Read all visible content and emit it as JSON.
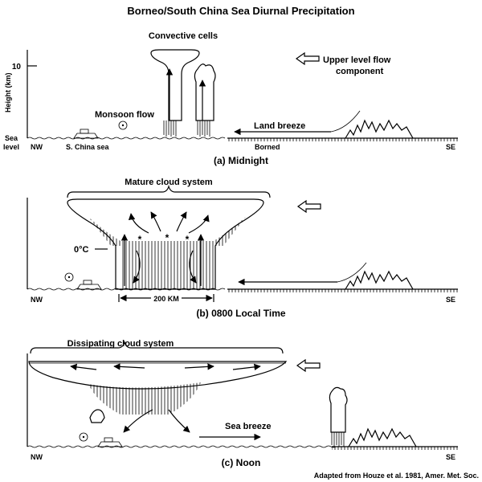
{
  "title": "Borneo/South China Sea Diurnal Precipitation",
  "credit": "Adapted from Houze et al. 1981, Amer. Met. Soc.",
  "panel_a": {
    "caption": "(a) Midnight",
    "convective_cells": "Convective cells",
    "upper_flow_line1": "Upper level flow",
    "upper_flow_line2": "component",
    "height_axis": "Height (km)",
    "tick_10": "10",
    "monsoon_flow": "Monsoon flow",
    "land_breeze": "Land breeze",
    "sea_level_line1": "Sea",
    "sea_level_line2": "level",
    "nw": "NW",
    "se": "SE",
    "sea_label": "S. China sea",
    "land_label": "Borned"
  },
  "panel_b": {
    "caption": "(b) 0800 Local Time",
    "mature_cloud": "Mature cloud system",
    "freezing_level": "0°C",
    "distance": "200 KM",
    "nw": "NW",
    "se": "SE"
  },
  "panel_c": {
    "caption": "(c) Noon",
    "dissipating_cloud": "Dissipating cloud system",
    "sea_breeze": "Sea breeze",
    "nw": "NW",
    "se": "SE"
  },
  "icons": [
    "arrow-left-outline-icon",
    "ship-icon",
    "circle-dot-icon",
    "snowflake-icon"
  ]
}
